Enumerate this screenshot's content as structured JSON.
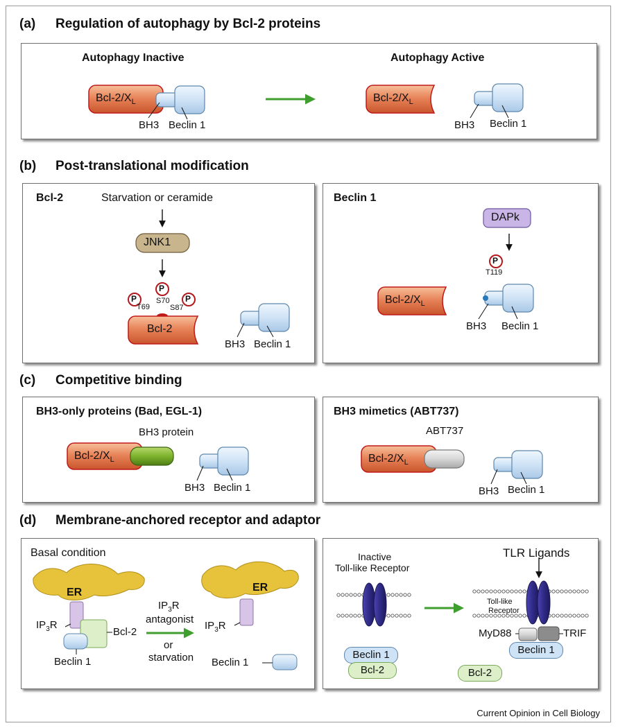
{
  "sections": {
    "a": {
      "letter": "(a)",
      "title": "Regulation of autophagy by Bcl-2 proteins"
    },
    "b": {
      "letter": "(b)",
      "title": "Post-translational modification"
    },
    "c": {
      "letter": "(c)",
      "title": "Competitive binding"
    },
    "d": {
      "letter": "(d)",
      "title": "Membrane-anchored receptor and adaptor"
    }
  },
  "panel_a": {
    "left_title": "Autophagy Inactive",
    "right_title": "Autophagy Active",
    "bcl": "Bcl-2/X",
    "bcl_sub": "L",
    "bh3": "BH3",
    "beclin": "Beclin 1"
  },
  "panel_b1": {
    "title": "Bcl-2",
    "stimulus": "Starvation or ceramide",
    "kinase": "JNK1",
    "p": "P",
    "sites": [
      "T69",
      "S70",
      "S87"
    ],
    "bcl": "Bcl-2",
    "bh3": "BH3",
    "beclin": "Beclin 1"
  },
  "panel_b2": {
    "title": "Beclin 1",
    "kinase": "DAPk",
    "p": "P",
    "site": "T119",
    "bcl": "Bcl-2/X",
    "bcl_sub": "L",
    "bh3": "BH3",
    "beclin": "Beclin 1"
  },
  "panel_c1": {
    "title": "BH3-only proteins (Bad, EGL-1)",
    "ligand": "BH3 protein",
    "bcl": "Bcl-2/X",
    "bcl_sub": "L",
    "bh3": "BH3",
    "beclin": "Beclin 1"
  },
  "panel_c2": {
    "title": "BH3 mimetics (ABT737)",
    "ligand": "ABT737",
    "bcl": "Bcl-2/X",
    "bcl_sub": "L",
    "bh3": "BH3",
    "beclin": "Beclin 1"
  },
  "panel_d1": {
    "title": "Basal condition",
    "er": "ER",
    "ip3r_a": "IP",
    "ip3r_b": "3",
    "ip3r_c": "R",
    "bcl": "Bcl-2",
    "beclin": "Beclin 1",
    "arrow_l1a": "IP",
    "arrow_l1b": "3",
    "arrow_l1c": "R",
    "arrow_l2": "antagonist",
    "arrow_l3": "or",
    "arrow_l4": "starvation"
  },
  "panel_d2": {
    "inactive_l1": "Inactive",
    "inactive_l2": "Toll-like Receptor",
    "ligands": "TLR Ligands",
    "receptor_l1": "Toll-like",
    "receptor_l2": "Receptor",
    "myd88": "MyD88",
    "trif": "TRIF",
    "beclin": "Beclin 1",
    "bcl": "Bcl-2"
  },
  "credit": "Current Opinion in Cell Biology",
  "colors": {
    "bcl_fill": "#e8845a",
    "bcl_edge": "#c01818",
    "beclin_fill": "#cfe3f6",
    "beclin_edge": "#5d86ad",
    "arrow_green": "#3e9e2e",
    "bh3_green": "#7db22d",
    "er_yellow": "#e7c33b",
    "ip3r_purple": "#d7c4e6",
    "tlr_navy": "#2f2a86",
    "dapk_purple": "#c9b5e6",
    "jnk_tan": "#c9b58d",
    "p_red": "#b3171b"
  }
}
